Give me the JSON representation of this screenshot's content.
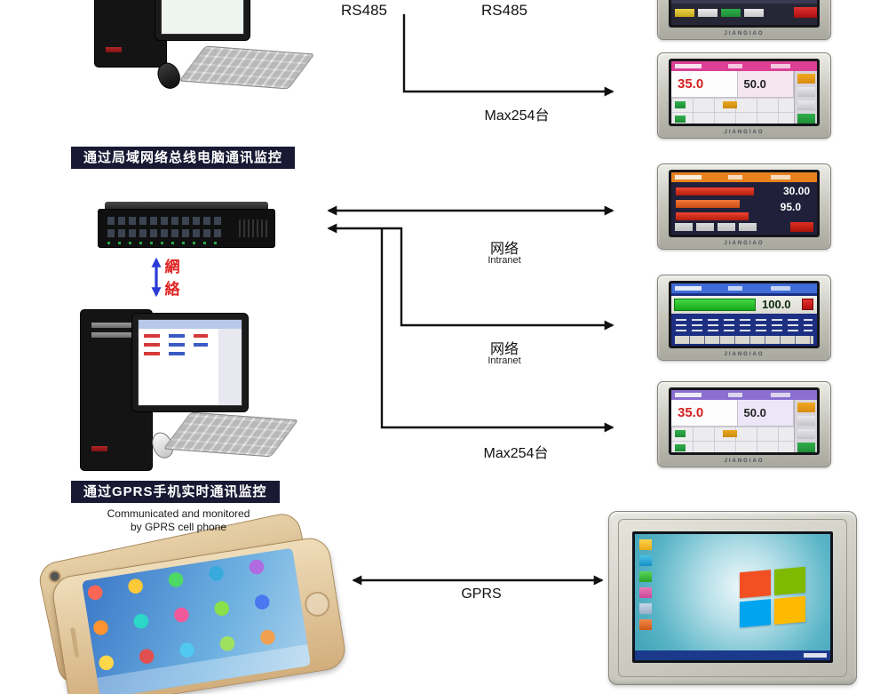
{
  "colors": {
    "arrow": "#111111",
    "header_bg": "#191934",
    "header_text": "#ffffff",
    "network_text_red": "#e02020",
    "network_arrow_blue": "#2a3cd8",
    "windows_red": "#f25022",
    "windows_green": "#7fba00",
    "windows_blue": "#00a4ef",
    "windows_yellow": "#ffb900"
  },
  "top_section": {
    "rs485_label_left": "RS485",
    "rs485_label_right": "RS485",
    "max_label": "Max254台"
  },
  "lan_section": {
    "header": "通过局域网络总线电脑通讯监控",
    "network_vertical_label": "網絡",
    "link1": {
      "label": "网络",
      "sublabel": "Intranet"
    },
    "link2": {
      "label": "网络",
      "sublabel": "Intranet"
    },
    "max_label": "Max254台"
  },
  "gprs_section": {
    "header": "通过GPRS手机实时通讯监控",
    "subtitle_line1": "Communicated and monitored",
    "subtitle_line2": "by GPRS cell phone",
    "arrow_label": "GPRS"
  },
  "panels": {
    "brand": "JIANGIAO",
    "panel_top": {
      "value1": "35.0",
      "value2": "50.0"
    },
    "panel_bars": {
      "value1": "30.00",
      "value2": "95.0"
    },
    "panel_green": {
      "value1": "100.0"
    },
    "panel_purple": {
      "value1": "35.0",
      "value2": "50.0"
    }
  }
}
